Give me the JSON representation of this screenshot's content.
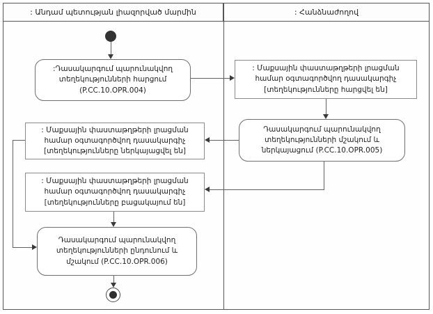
{
  "diagram": {
    "kind": "uml-activity-swimlane",
    "lanes": [
      {
        "title": ": Անդամ պետության լիազորված մարմին"
      },
      {
        "title": ": Հանձնաժողով"
      }
    ],
    "nodes": {
      "action_004": {
        "label": ":Դասակարգում պարունակվող տեղեկությունների հարցում (P.CC.10.OPR.004)"
      },
      "object_requested": {
        "label": ": Մաքսային փաստաթղթերի լրացման համար օգտագործվող դասակարգիչ [տեղեկությունները հարցվել են]"
      },
      "action_005": {
        "label": "Դասակարգում պարունակվող տեղեկությունների մշակում և ներկայացում (P.CC.10.OPR.005)"
      },
      "object_presented": {
        "label": ": Մաքսային փաստաթղթերի լրացման համար օգտագործվող դասակարգիչ [տեղեկությունները ներկայացվել են]"
      },
      "object_absent": {
        "label": ": Մաքսային փաստաթղթերի լրացման համար օգտագործվող դասակարգիչ [տեղեկությունները բացակայում են]"
      },
      "action_006": {
        "label": "Դասակարգում պարունակվող տեղեկությունների ընդունում և մշակում (P.CC.10.OPR.006)"
      }
    },
    "colors": {
      "line": "#5f5f5f",
      "border": "#6e6e6e",
      "text": "#1f1f1f",
      "background": "#ffffff"
    }
  }
}
